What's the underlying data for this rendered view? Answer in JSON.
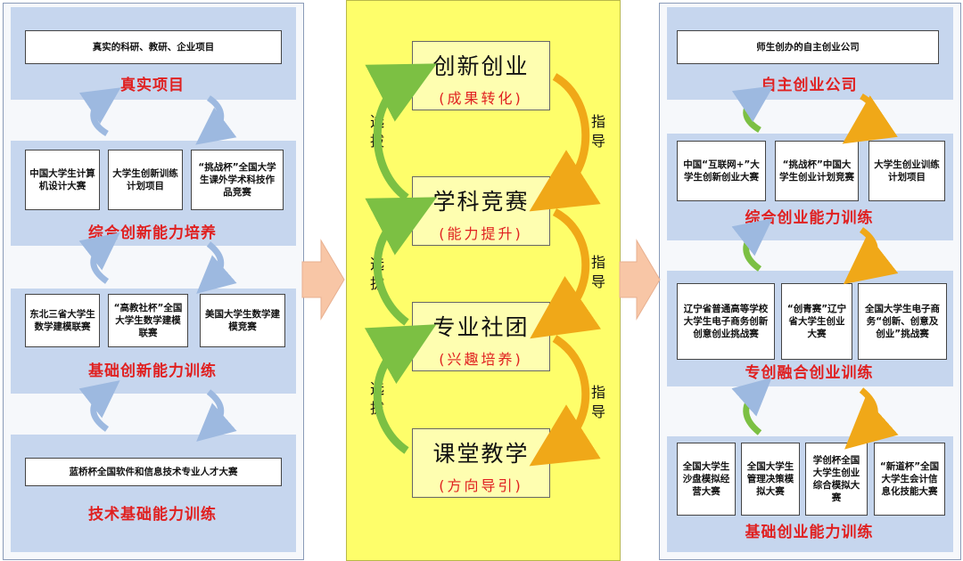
{
  "left": {
    "top_box": "真实的科研、教研、企业项目",
    "stages": [
      "真实项目",
      "综合创新能力培养",
      "基础创新能力训练",
      "技术基础能力训练"
    ],
    "row1": [
      "中国大学生计算机设计大赛",
      "大学生创新训练计划项目",
      "“挑战杯”全国大学生课外学术科技作品竞赛"
    ],
    "row2": [
      "东北三省大学生数学建模联赛",
      "“高教社杯”全国大学生数学建模联赛",
      "美国大学生数学建模竞赛"
    ],
    "bottom_box": "蓝桥杯全国软件和信息技术专业人才大赛"
  },
  "center": {
    "boxes": [
      {
        "main": "创新创业",
        "sub": "(成果转化)"
      },
      {
        "main": "学科竞赛",
        "sub": "(能力提升)"
      },
      {
        "main": "专业社团",
        "sub": "(兴趣培养)"
      },
      {
        "main": "课堂教学",
        "sub": "(方向导引)"
      }
    ],
    "select_label": "选拔",
    "guide_label": "指导"
  },
  "right": {
    "top_box": "师生创办的自主创业公司",
    "stages": [
      "自主创业公司",
      "综合创业能力训练",
      "专创融合创业训练",
      "基础创业能力训练"
    ],
    "row1": [
      "中国“互联网+”大学生创新创业大赛",
      "“挑战杯”中国大学生创业计划竞赛",
      "大学生创业训练计划项目"
    ],
    "row2": [
      "辽宁省普通高等学校大学生电子商务创新创意创业挑战赛",
      "“创青赛”辽宁省大学生创业大赛",
      "全国大学生电子商务“创新、创意及创业”挑战赛"
    ],
    "row3": [
      "全国大学生沙盘模拟经营大赛",
      "全国大学生管理决策模拟大赛",
      "学创杯全国大学生创业综合模拟大赛",
      "“新道杯”全国大学生会计信息化技能大赛"
    ]
  },
  "colors": {
    "stage_text": "#e02020",
    "center_bg": "#fefe6a",
    "band": "#c6d6ee",
    "arrow_blue": "#9db9e0",
    "arrow_green": "#7cc043",
    "arrow_orange": "#f0a818",
    "side_arrow": "#f8c6a6"
  }
}
